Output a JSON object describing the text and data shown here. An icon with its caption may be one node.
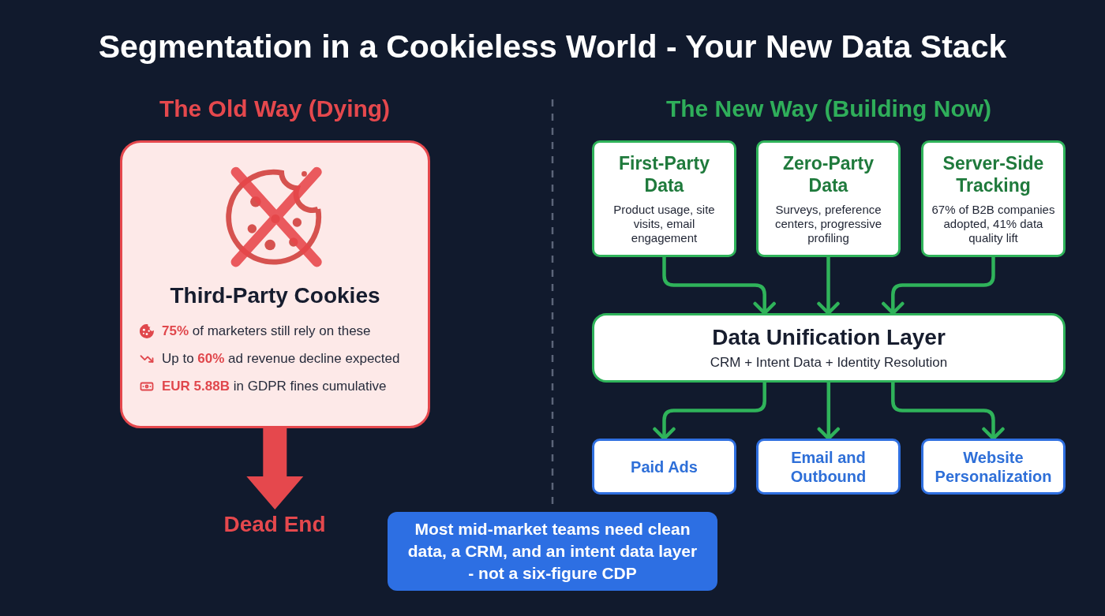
{
  "diagram": {
    "title": "Segmentation in a Cookieless World - Your New Data Stack",
    "nodes": [
      {
        "text": [
          "Third-Party Cookies",
          "**75%** of marketers still rely on these",
          "Up to **60%** ad revenue decline expected",
          "**EUR 5.88B** in GDPR fines cumulative"
        ]
      },
      {
        "text": [
          "Dead End"
        ]
      },
      {
        "text": [
          "First-Party Data",
          "Product usage, site visits, email engagement"
        ]
      },
      {
        "text": [
          "Zero-Party Data",
          "Surveys, preference centers, progressive profiling"
        ]
      },
      {
        "text": [
          "Server-Side Tracking",
          "67% of B2B companies adopted, 41% data quality lift"
        ]
      },
      {
        "text": [
          "Data Unification Layer",
          "CRM + Intent Data + Identity Resolution"
        ]
      },
      {
        "text": [
          "Paid Ads"
        ]
      },
      {
        "text": [
          "Email and Outbound"
        ]
      },
      {
        "text": [
          "Website Personalization"
        ]
      },
      {
        "text": [
          "Most mid-market teams need clean data, a CRM, and an intent data layer - not a six-figure CDP"
        ]
      }
    ],
    "edges": [
      {
        "from": 0,
        "to": 1,
        "arrow": "to",
        "style": "thick",
        "color": "#e5484d"
      },
      {
        "from": 2,
        "to": 5,
        "arrow": "to"
      },
      {
        "from": 3,
        "to": 5,
        "arrow": "to"
      },
      {
        "from": 4,
        "to": 5,
        "arrow": "to"
      },
      {
        "from": 5,
        "to": 6,
        "arrow": "to"
      },
      {
        "from": 5,
        "to": 7,
        "arrow": "to"
      },
      {
        "from": 5,
        "to": 8,
        "arrow": "to"
      }
    ],
    "labels": [
      "The Old Way (Dying)",
      "The New Way (Building Now)"
    ]
  }
}
